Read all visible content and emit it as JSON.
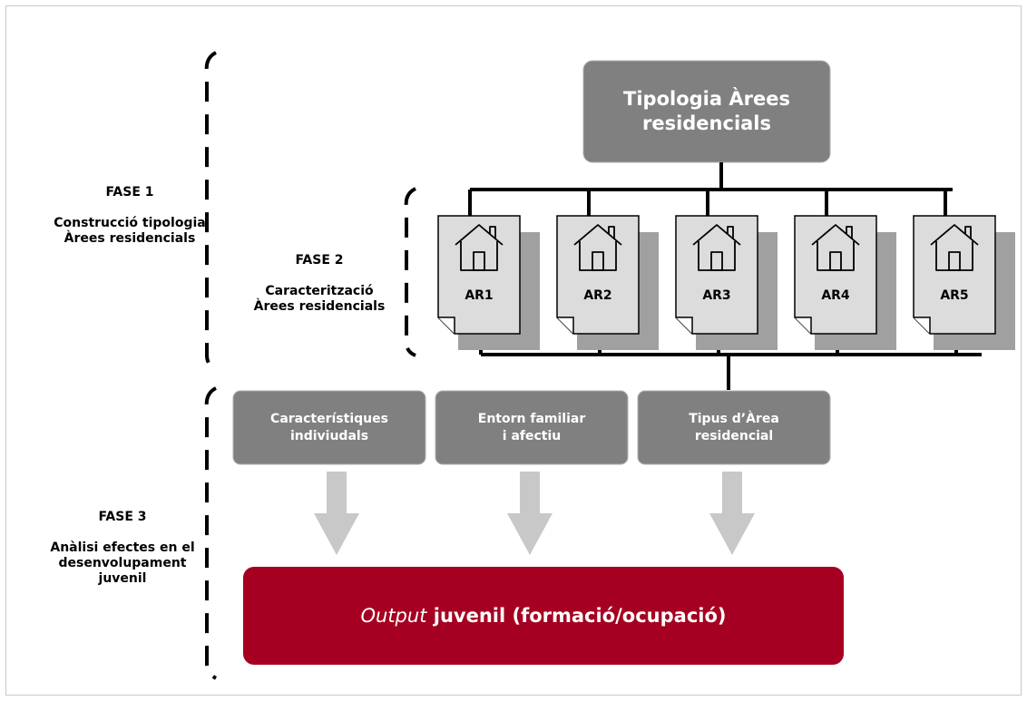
{
  "phases": [
    {
      "title": "FASE 1",
      "subtitle": "Construcció tipologia\nÀrees residencials"
    },
    {
      "title": "FASE 2",
      "subtitle": "Caracterització\nÀrees residencials"
    },
    {
      "title": "FASE 3",
      "subtitle": "Anàlisi efectes en el\ndesenvolupament\njuvenil"
    }
  ],
  "top_box": {
    "label": "Tipologia Àrees\nresidencials"
  },
  "areas": [
    "AR1",
    "AR2",
    "AR3",
    "AR4",
    "AR5"
  ],
  "factors": [
    {
      "label": "Característiques\nindiviudals"
    },
    {
      "label": "Entorn familiar\ni afectiu"
    },
    {
      "label": "Tipus d’Àrea\nresidencial"
    }
  ],
  "output": {
    "emphasis": "Output",
    "rest": " juvenil (formació/ocupació)"
  },
  "colors": {
    "box_gray": "#808080",
    "arrow_gray": "#c8c8c8",
    "page_fill": "#dcdcdc",
    "page_shadow": "#a0a0a0",
    "output_red": "#a50021",
    "line_black": "#000000"
  }
}
